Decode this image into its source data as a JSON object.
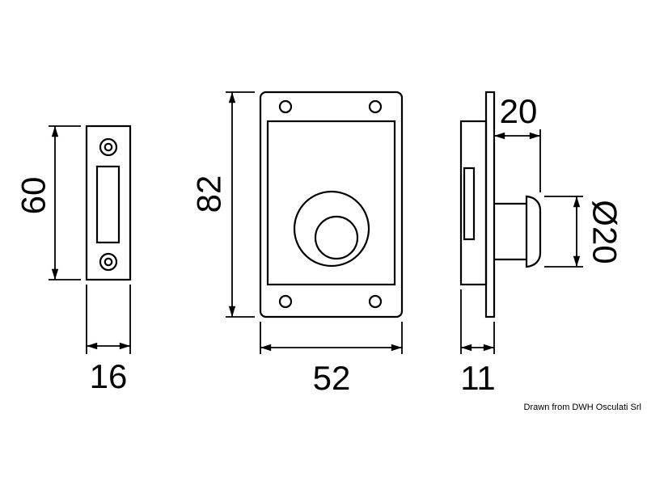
{
  "views": {
    "strike_plate": {
      "dim_height": "60",
      "dim_width": "16"
    },
    "lock_front": {
      "dim_height": "82",
      "dim_width": "52"
    },
    "lock_side": {
      "dim_knob_protrusion": "20",
      "dim_knob_diameter": "Ø20",
      "dim_case_depth": "11"
    }
  },
  "credit": "Drawn from DWH Osculati Srl",
  "colors": {
    "line": "#000000",
    "background": "#ffffff"
  }
}
